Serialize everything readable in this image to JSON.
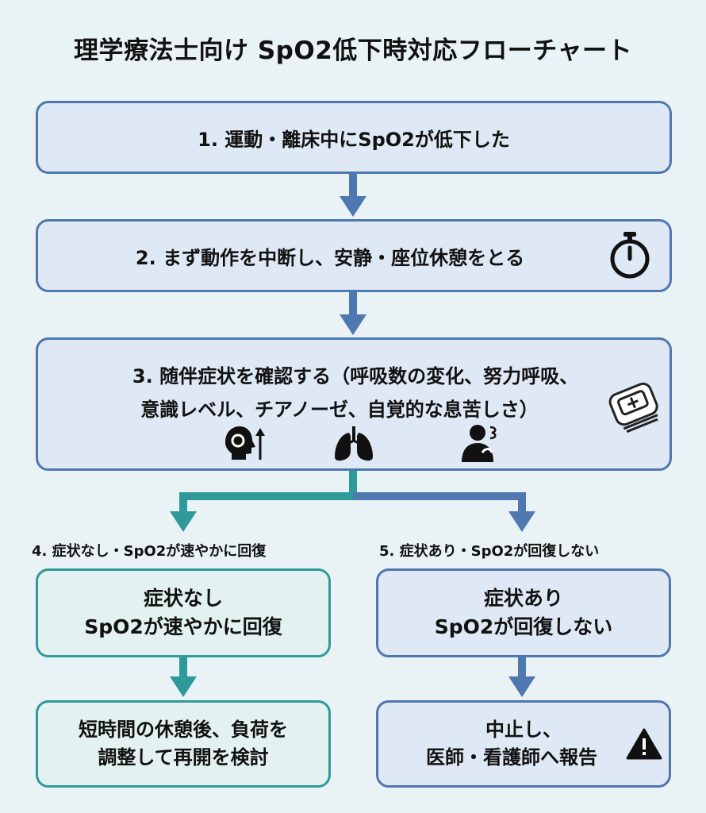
{
  "title": "理学療法士向け SpO2低下時対応フローチャート",
  "steps": {
    "step1": "1. 運動・離床中にSpO2が低下した",
    "step2": "2. まず動作を中断し、安静・座位休憩をとる",
    "step3_line1": "3. 随伴症状を確認する（呼吸数の変化、努力呼吸、",
    "step3_line2": "意識レベル、チアノーゼ、自覚的な息苦しさ）"
  },
  "branches": {
    "left_label": "4. 症状なし・SpO2が速やかに回復",
    "right_label": "5. 症状あり・SpO2が回復しない",
    "left_box_line1": "症状なし",
    "left_box_line2": "SpO2が速やかに回復",
    "right_box_line1": "症状あり",
    "right_box_line2": "SpO2が回復しない",
    "left_result_line1": "短時間の休憩後、負荷を",
    "left_result_line2": "調整して再開を検討",
    "right_result_line1": "中止し、",
    "right_result_line2": "医師・看護師へ報告"
  },
  "icons": [
    "stopwatch-icon",
    "pulse-oximeter-icon",
    "head-arrow-icon",
    "lungs-icon",
    "breathless-person-icon",
    "warning-icon"
  ],
  "colors": {
    "background": "#e9f3f6",
    "blue_border": "#4f77b0",
    "blue_fill": "#dfe8f5",
    "teal_border": "#2f9a9a",
    "teal_fill": "#e3f2f0",
    "blue_arrow": "#4f77b0",
    "teal_arrow": "#2f9a9a"
  }
}
